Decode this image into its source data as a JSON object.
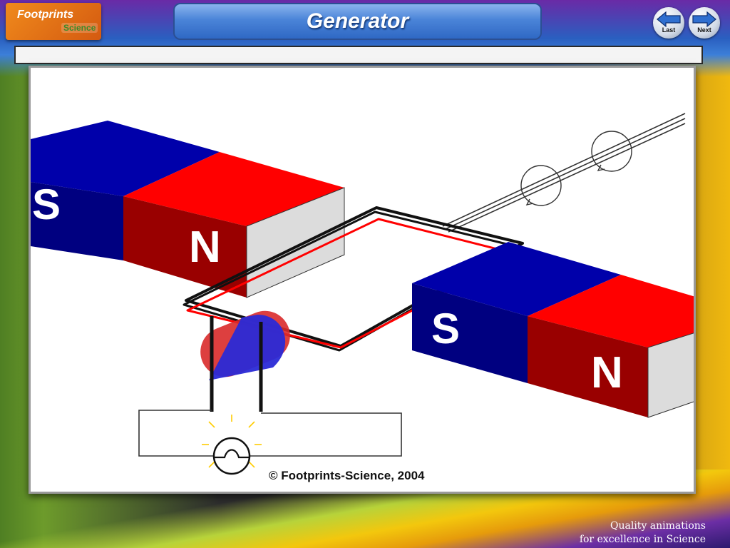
{
  "header": {
    "logo_line1": "Footprints",
    "logo_line2": "Science",
    "title": "Generator"
  },
  "nav": {
    "last_label": "Last",
    "next_label": "Next"
  },
  "diagram": {
    "magnet_left_pole_s": "S",
    "magnet_left_pole_n": "N",
    "magnet_right_pole_s": "S",
    "magnet_right_pole_n": "N",
    "copyright": "© Footprints-Science, 2004"
  },
  "footer": {
    "tagline_line1": "Quality animations",
    "tagline_line2": "for excellence in Science"
  },
  "colors": {
    "north_pole": "#ff0000",
    "north_pole_side": "#990000",
    "south_pole": "#0000aa",
    "south_pole_side": "#000080",
    "wire_red": "#ff0000"
  }
}
